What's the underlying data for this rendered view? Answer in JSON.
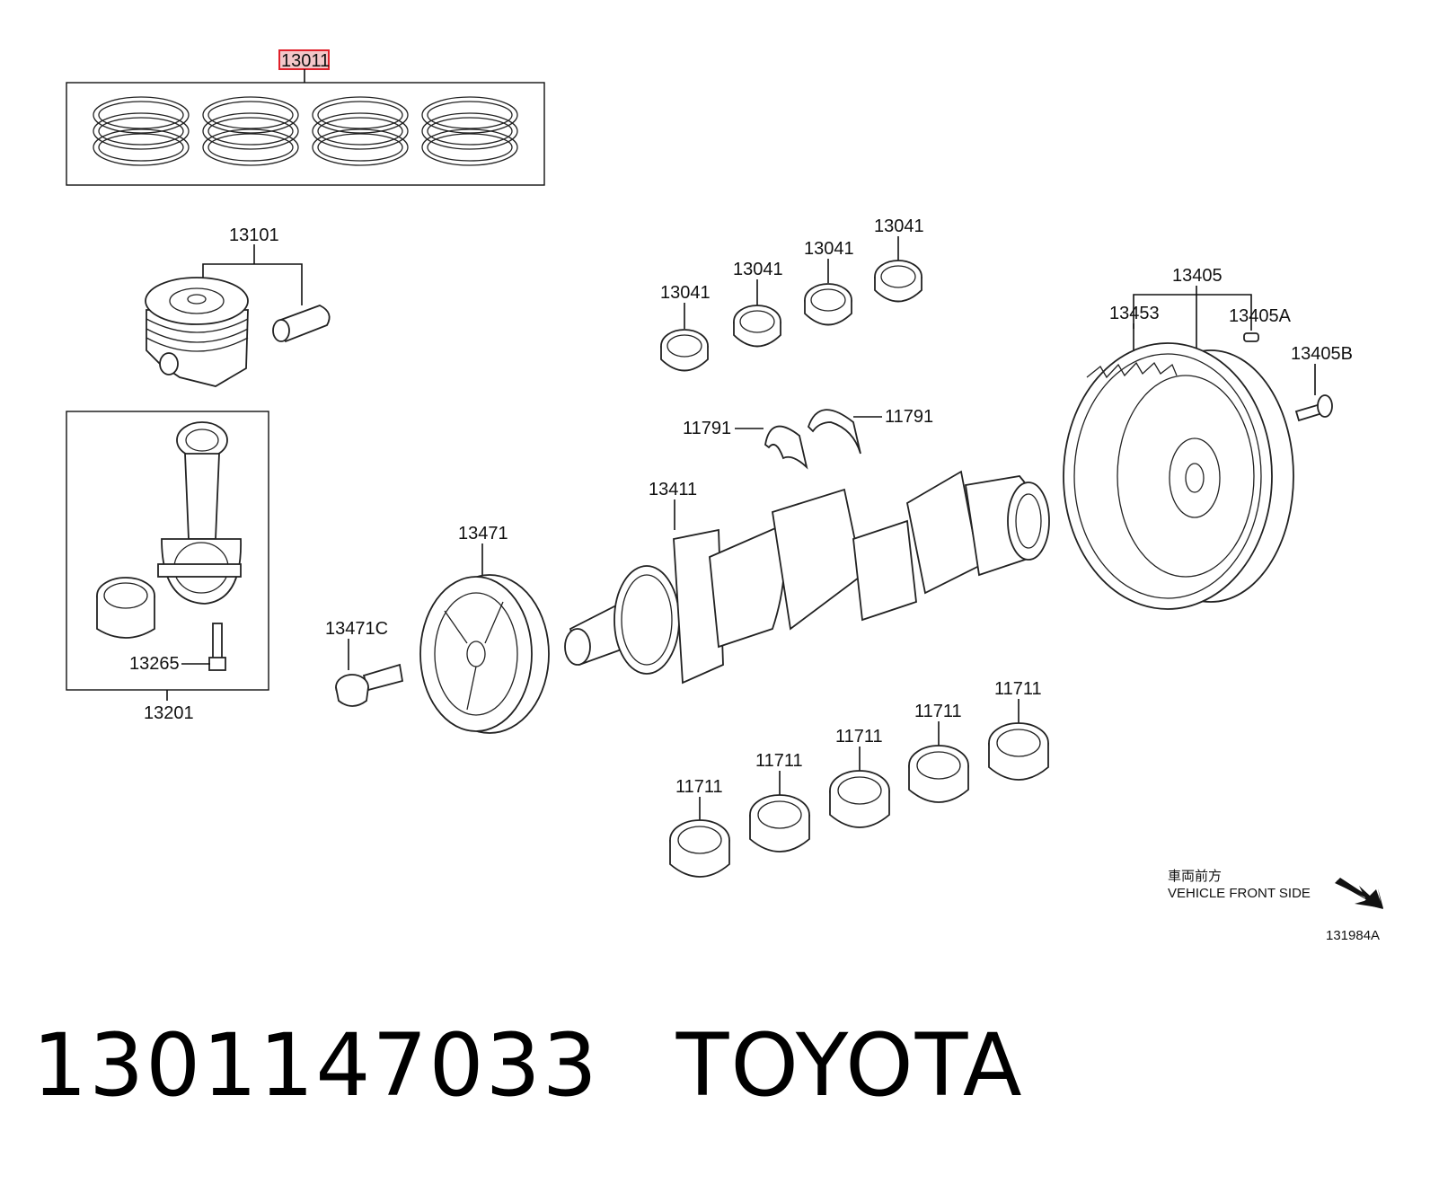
{
  "labels": {
    "ring_set": "13011",
    "piston": "13101",
    "con_rod_assy": "13201",
    "con_rod_bolt": "13265",
    "rod_bearing_1": "13041",
    "rod_bearing_2": "13041",
    "rod_bearing_3": "13041",
    "rod_bearing_4": "13041",
    "thrust_washer_left": "11791",
    "thrust_washer_right": "11791",
    "crankshaft": "13411",
    "pulley": "13471",
    "pulley_bolt": "13471C",
    "flywheel": "13405",
    "ring_gear": "13453",
    "flywheel_pin": "13405A",
    "flywheel_bolt": "13405B",
    "main_bearing_1": "11711",
    "main_bearing_2": "11711",
    "main_bearing_3": "11711",
    "main_bearing_4": "11711",
    "main_bearing_5": "11711"
  },
  "highlight": {
    "part": "13011",
    "color": "#e0202a"
  },
  "front_note": {
    "japanese": "車両前方",
    "english": "VEHICLE FRONT SIDE"
  },
  "drawing_number": "131984A",
  "footer": {
    "part_number": "1301147033",
    "brand": "TOYOTA"
  }
}
